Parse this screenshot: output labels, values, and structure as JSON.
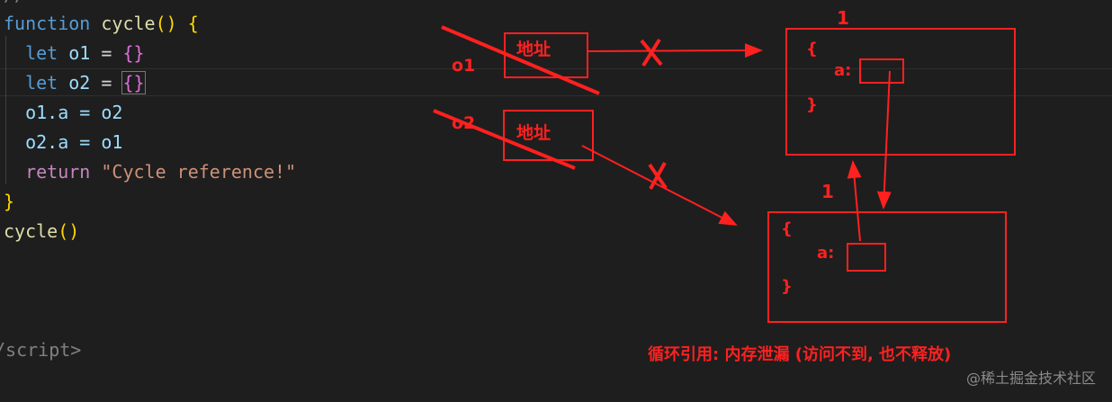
{
  "code": {
    "line0_comment": "//",
    "line1": {
      "kw": "function",
      "name": "cycle",
      "parens": "()",
      "brace": "{"
    },
    "line2": {
      "kw": "let",
      "var": "o1",
      "eq": " = ",
      "obj": "{}"
    },
    "line3": {
      "kw": "let",
      "var": "o2",
      "eq": " = ",
      "obj": "{}"
    },
    "line4": "o1.a = o2",
    "line5": "o2.a = o1",
    "line6": {
      "kw": "return",
      "str": "\"Cycle reference!\""
    },
    "line7": "}",
    "line8": {
      "name": "cycle",
      "parens": "()"
    },
    "line9": "/script>"
  },
  "diagram": {
    "var_o1": "o1",
    "var_o2": "o2",
    "address_label_1": "地址",
    "address_label_2": "地址",
    "obj1": {
      "open": "{",
      "prop": "a:",
      "close": "}",
      "ref_count": "1"
    },
    "obj2": {
      "open": "{",
      "prop": "a:",
      "close": "}",
      "ref_count": "1"
    },
    "cross_mark": "X",
    "caption": "循环引用: 内存泄漏 (访问不到, 也不释放)"
  },
  "watermark": "@稀土掘金技术社区",
  "colors": {
    "annotation_red": "#ff2020",
    "editor_bg": "#1e1e1e"
  }
}
